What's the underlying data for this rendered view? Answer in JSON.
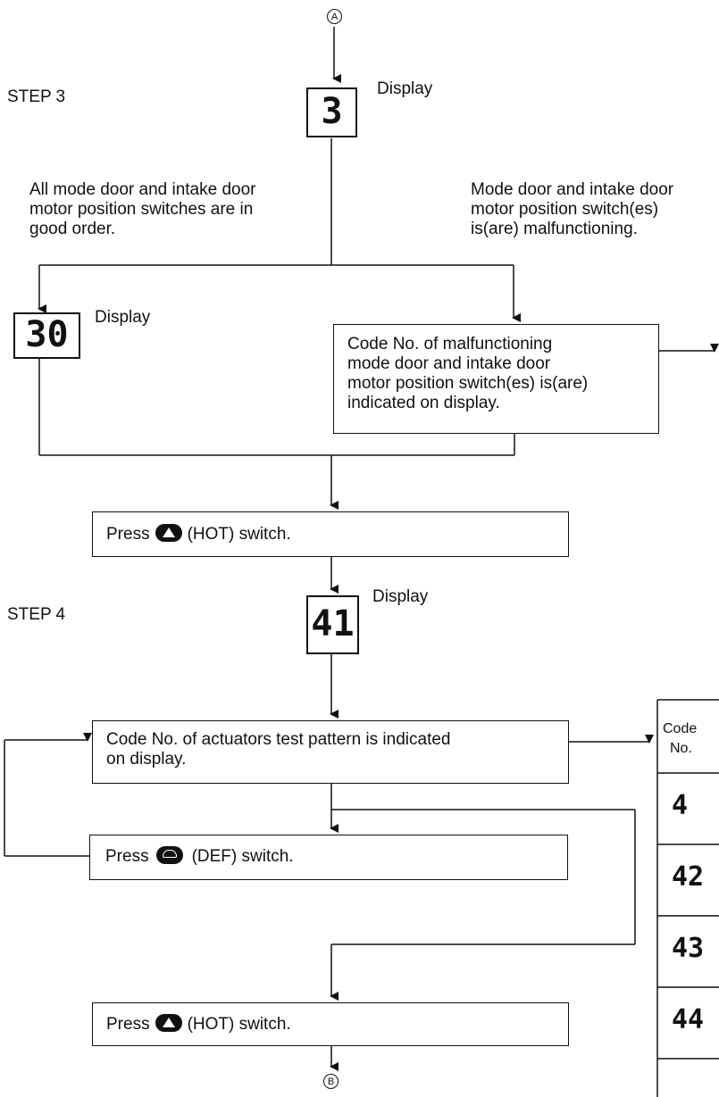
{
  "connectors": {
    "top": "A",
    "bottom": "B"
  },
  "steps": {
    "step3": "STEP 3",
    "step4": "STEP 4"
  },
  "display_label": "Display",
  "displays": {
    "d3": "3",
    "d30": "30",
    "d41": "41"
  },
  "branches": {
    "left": [
      "All mode door and intake door",
      "motor position switches are in",
      "good order."
    ],
    "right": [
      "Mode door and intake door",
      "motor position switch(es)",
      "is(are) malfunctioning."
    ]
  },
  "boxes": {
    "malfunction": [
      "Code No. of malfunctioning",
      "mode door and intake door",
      "motor position switch(es) is(are)",
      "indicated on display."
    ],
    "press_hot": {
      "pre": "Press",
      "post": "(HOT) switch."
    },
    "actuators": [
      "Code No. of actuators test pattern is indicated",
      "on display."
    ],
    "press_def": {
      "pre": "Press",
      "post": "(DEF) switch."
    }
  },
  "icons": {
    "hot": "hot-up-triangle-icon",
    "def": "def-defroster-icon"
  },
  "code_table": {
    "header": [
      "Code",
      "No."
    ],
    "rows": [
      "4",
      "42",
      "43",
      "44"
    ]
  }
}
